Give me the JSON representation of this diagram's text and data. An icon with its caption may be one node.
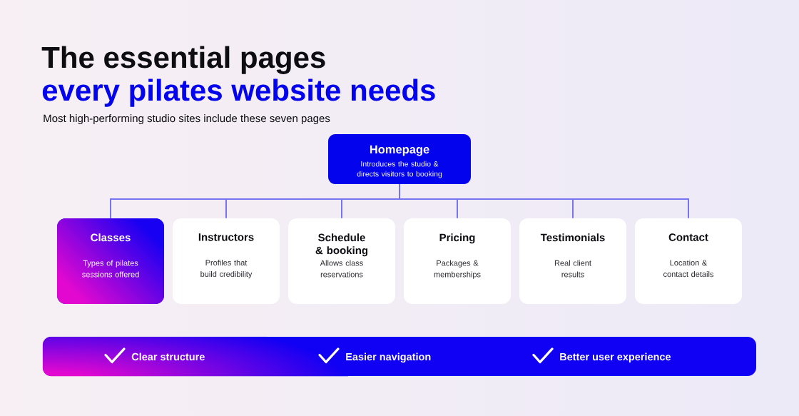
{
  "diagram": {
    "title": "The essential pages",
    "nodes": [
      {
        "text": [
          "Homepage",
          "Introduces the studio & directs visitors to booking"
        ]
      },
      {
        "text": [
          "Classes",
          "Types of pilates sessions offered"
        ]
      },
      {
        "text": [
          "Instructors",
          "Profiles that build credibility"
        ]
      },
      {
        "text": [
          "Schedule & booking",
          "Allows class reservations"
        ]
      },
      {
        "text": [
          "Pricing",
          "Packages & memberships"
        ]
      },
      {
        "text": [
          "Testimonials",
          "Real client results"
        ]
      },
      {
        "text": [
          "Contact",
          "Location & contact details"
        ]
      },
      {
        "text": [
          "Clear structure",
          "Easier navigation",
          "Better user experience"
        ]
      }
    ],
    "edges": [
      {
        "from": 0,
        "to": 1,
        "arrow": "none"
      },
      {
        "from": 0,
        "to": 2,
        "arrow": "none"
      },
      {
        "from": 0,
        "to": 3,
        "arrow": "none"
      },
      {
        "from": 0,
        "to": 4,
        "arrow": "none"
      },
      {
        "from": 0,
        "to": 5,
        "arrow": "none"
      },
      {
        "from": 0,
        "to": 6,
        "arrow": "none"
      }
    ],
    "labels": [
      "every pilates website needs",
      "Most high-performing studio sites include these seven pages"
    ]
  }
}
